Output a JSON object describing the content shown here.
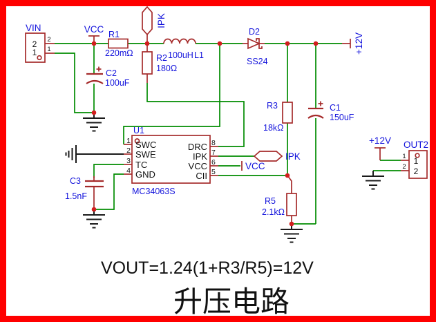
{
  "colors": {
    "border": "#FF0000",
    "wire": "#008C00",
    "symbol": "#A52A2A",
    "junction": "#D21E1E",
    "label": "#1414DC",
    "text": "#111111",
    "gnd": "#1A1A1A",
    "bg": "#FFFFFF"
  },
  "title_block": {
    "formula": "VOUT=1.24(1+R3/R5)=12V",
    "title": "升压电路"
  },
  "net_flags": {
    "vcc_top": "VCC",
    "vcc_pin6": "VCC",
    "p12v_rail": "+12V",
    "p12v_out": "+12V",
    "ipk_top": "IPK",
    "ipk_pin7": "IPK"
  },
  "connectors": {
    "vin": {
      "ref": "VIN",
      "outside_top": "2",
      "outside_bottom": "1",
      "inside_top": "2",
      "inside_bottom": "1"
    },
    "out2": {
      "ref": "OUT2",
      "outside_top": "1",
      "outside_bottom": "2",
      "inside_top": "1",
      "inside_bottom": "2"
    }
  },
  "components": {
    "r1": {
      "ref": "R1",
      "value": "220mΩ"
    },
    "r2": {
      "ref": "R2",
      "value": "180Ω"
    },
    "r3": {
      "ref": "R3",
      "value": "18kΩ"
    },
    "r5": {
      "ref": "R5",
      "value": "2.1kΩ"
    },
    "c1": {
      "ref": "C1",
      "value": "150uF"
    },
    "c2": {
      "ref": "C2",
      "value": "100uF"
    },
    "c3": {
      "ref": "C3",
      "value": "1.5nF"
    },
    "l1": {
      "ref": "L1",
      "value": "100uH"
    },
    "d2": {
      "ref": "D2",
      "value": "SS24"
    },
    "u1": {
      "ref": "U1",
      "part": "MC34063S",
      "left_pins": [
        {
          "num": "1",
          "name": "SWC"
        },
        {
          "num": "2",
          "name": "SWE"
        },
        {
          "num": "3",
          "name": "TC"
        },
        {
          "num": "4",
          "name": "GND"
        }
      ],
      "right_pins": [
        {
          "num": "8",
          "name": "DRC"
        },
        {
          "num": "7",
          "name": "IPK"
        },
        {
          "num": "6",
          "name": "VCC"
        },
        {
          "num": "5",
          "name": "CII"
        }
      ]
    }
  }
}
